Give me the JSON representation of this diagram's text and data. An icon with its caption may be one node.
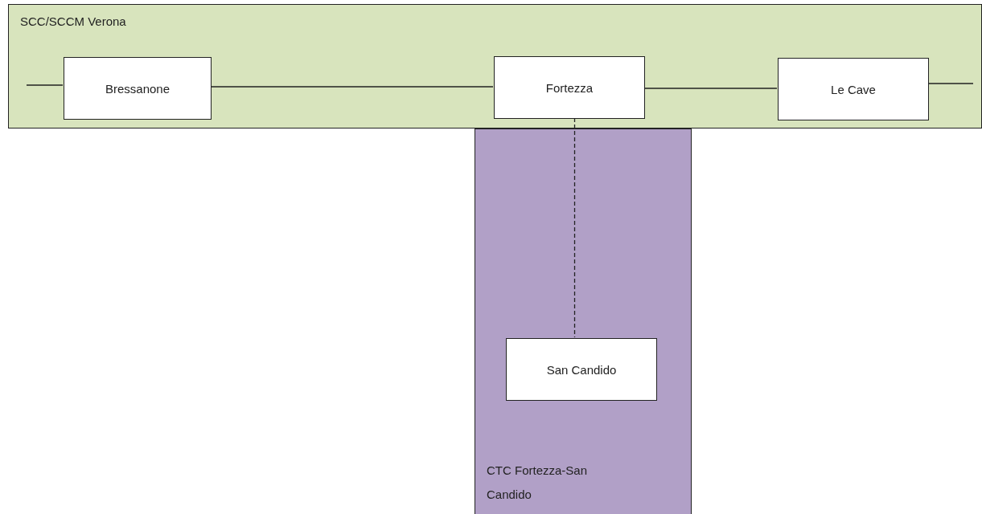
{
  "diagram": {
    "nodes": [
      {
        "text": [
          "SCC/SCCM Verona"
        ]
      },
      {
        "text": [
          "Bressanone"
        ],
        "in": 0
      },
      {
        "text": [
          "Fortezza"
        ],
        "in": 0
      },
      {
        "text": [
          "Le Cave"
        ],
        "in": 0
      },
      {
        "text": [
          "CTC Fortezza-San Candido"
        ]
      },
      {
        "text": [
          "San Candido"
        ],
        "in": 4
      }
    ],
    "edges": [
      {
        "from": null,
        "to": 1,
        "arrow": "none"
      },
      {
        "from": 1,
        "to": 2,
        "arrow": "none"
      },
      {
        "from": 2,
        "to": 3,
        "arrow": "none"
      },
      {
        "from": 3,
        "to": null,
        "arrow": "none"
      },
      {
        "from": 2,
        "to": 5,
        "arrow": "none",
        "style": "dashed"
      }
    ]
  }
}
